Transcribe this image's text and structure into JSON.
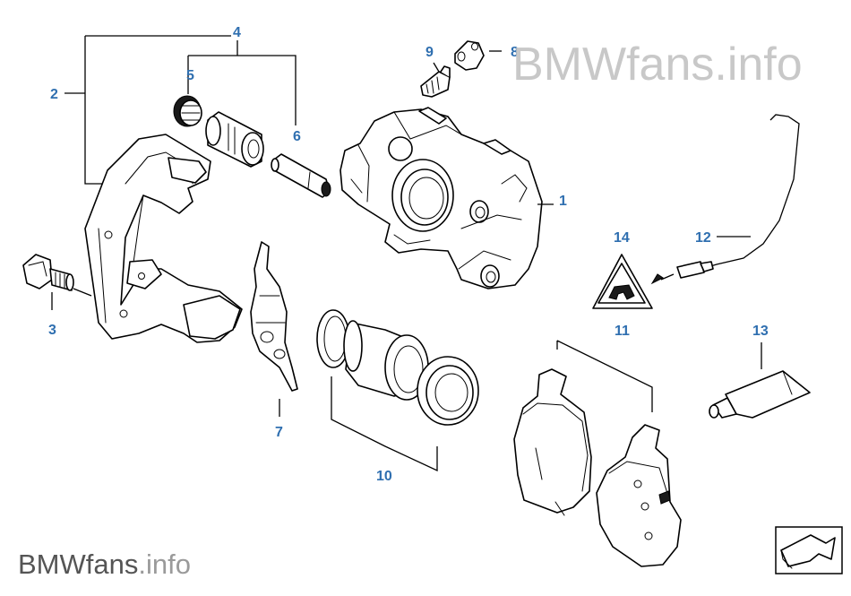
{
  "watermark_top": "BMWfans.info",
  "watermark_bottom": {
    "brand": "BMWfans",
    "suffix": ".info"
  },
  "colors": {
    "callout": "#2f6fb0",
    "line": "#000000",
    "watermark_top": "#c8c8c8",
    "watermark_bottom": "#555555"
  },
  "callouts": [
    "1",
    "2",
    "3",
    "4",
    "5",
    "6",
    "7",
    "8",
    "9",
    "10",
    "11",
    "12",
    "13",
    "14"
  ],
  "icons": {
    "warning_triangle": "brake-warning-triangle-icon",
    "corner_arrow": "return-arrow-icon"
  }
}
